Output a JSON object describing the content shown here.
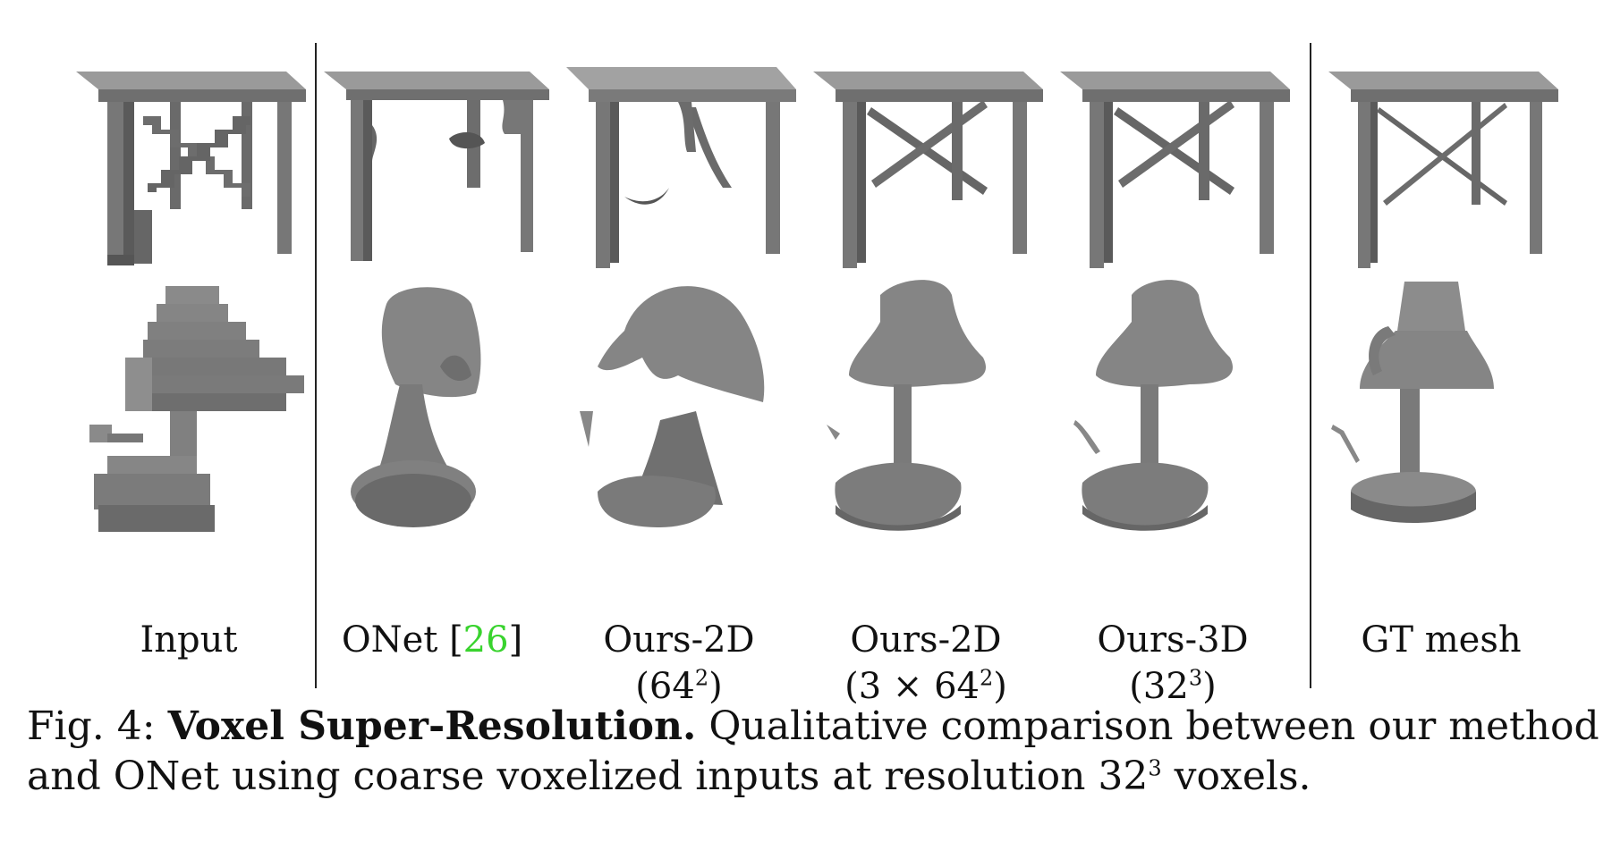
{
  "columns": [
    {
      "name": "Input",
      "sub_base": "",
      "sub_sup": "",
      "sub_close": "",
      "cite": "",
      "cite_close": ""
    },
    {
      "name": "ONet [",
      "sub_base": "",
      "sub_sup": "",
      "sub_close": "",
      "cite": "26",
      "cite_close": "]"
    },
    {
      "name": "Ours-2D",
      "sub_base": "(64",
      "sub_sup": "2",
      "sub_close": ")",
      "cite": "",
      "cite_close": ""
    },
    {
      "name": "Ours-2D",
      "sub_base": "(3 × 64",
      "sub_sup": "2",
      "sub_close": ")",
      "cite": "",
      "cite_close": ""
    },
    {
      "name": "Ours-3D",
      "sub_base": "(32",
      "sub_sup": "3",
      "sub_close": ")",
      "cite": "",
      "cite_close": ""
    },
    {
      "name": "GT mesh",
      "sub_base": "",
      "sub_sup": "",
      "sub_close": "",
      "cite": "",
      "cite_close": ""
    }
  ],
  "caption": {
    "fig_label": "Fig. 4:",
    "title": "Voxel Super-Resolution.",
    "text_1": "Qualitative comparison between our method and ONet using coarse voxelized inputs at resolution 32",
    "text_sup": "3",
    "text_2": "voxels."
  },
  "colors": {
    "citation": "#39d32e",
    "shape_fill": "#7a7a7a",
    "shape_dark": "#555555",
    "shape_light": "#9a9a9a"
  }
}
